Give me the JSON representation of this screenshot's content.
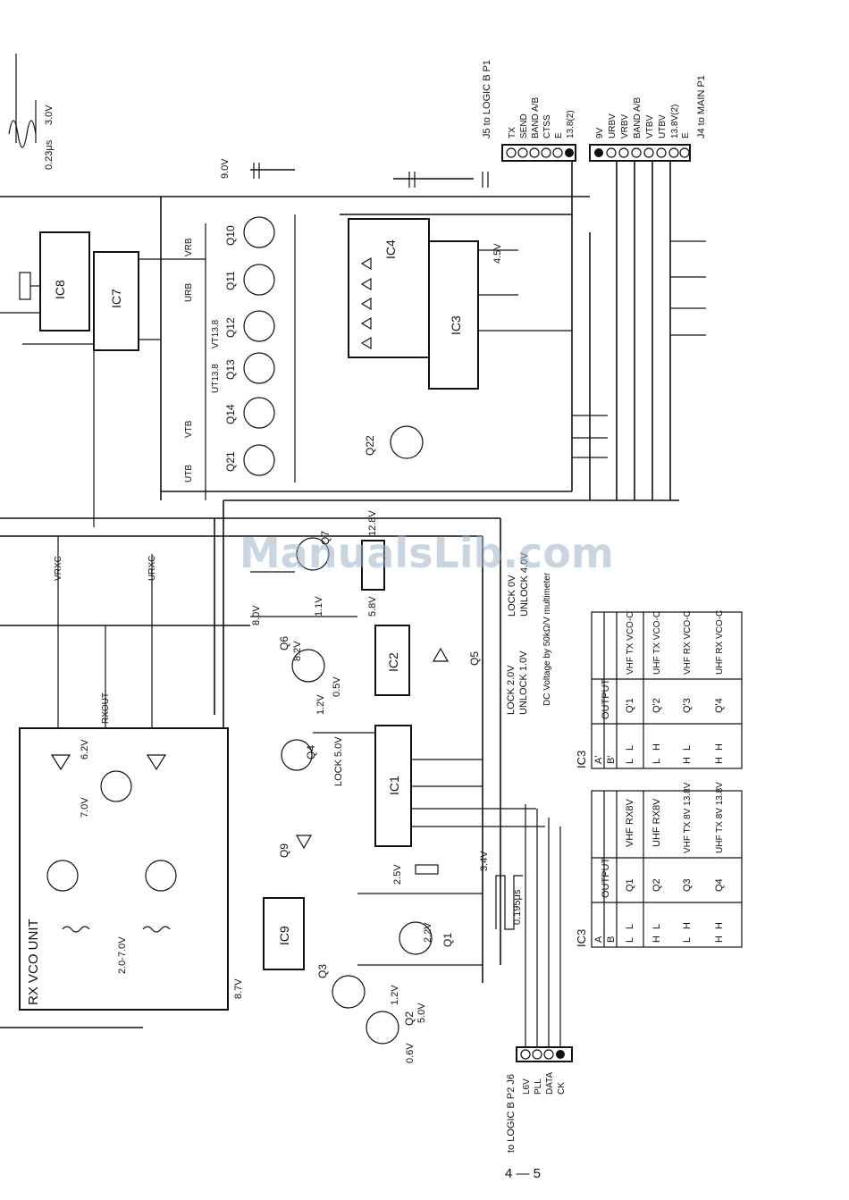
{
  "page_number": "4 — 5",
  "watermark": "ManualsLib.com",
  "note_dc_voltage": "DC Voltage by 50kΩ/V multimeter",
  "connectors": {
    "j5": {
      "title": "J5 to LOGIC B P1",
      "pins": [
        "TX",
        "SEND",
        "BAND A/B",
        "CTSS",
        "E",
        "13.8(2)"
      ]
    },
    "j4": {
      "title": "J4 to MAIN P1",
      "pins": [
        "9V",
        "URBV",
        "VRBV",
        "BAND A/B",
        "VTBV",
        "UTBV",
        "13.8V(2)",
        "E"
      ]
    },
    "j6": {
      "title": "to LOGIC B P2 J6",
      "pins": [
        "L6V",
        "PLL",
        "DATA",
        "CK"
      ]
    }
  },
  "ics": {
    "ic1": "IC1",
    "ic2": "IC2",
    "ic3": "IC3",
    "ic4": "IC4",
    "ic7": "IC7",
    "ic8": "IC8",
    "ic9": "IC9"
  },
  "unit_label": "RX VCO UNIT",
  "transistors": [
    "Q1",
    "Q2",
    "Q3",
    "Q4",
    "Q5",
    "Q6",
    "Q7",
    "Q9",
    "Q10",
    "Q11",
    "Q12",
    "Q13",
    "Q14",
    "Q21",
    "Q22"
  ],
  "waveforms": {
    "top": {
      "amp": "3.0V",
      "period": "0.23μs"
    },
    "bottom": {
      "amp": "3.4V",
      "period": "0.195μs"
    }
  },
  "voltages": {
    "v9": "9.0V",
    "v4_5": "4.5V",
    "v12_8": "12.8V",
    "v5_8": "5.8V",
    "v8_0": "8.0V",
    "v8_2": "8.2V",
    "v1_1": "1.1V",
    "v1_2": "1.2V",
    "v0_5": "0.5V",
    "v2_5": "2.5V",
    "v2_2": "2.2V",
    "v8_7": "8.7V",
    "v0_6": "0.6V",
    "v5_0": "5.0V",
    "v6_2": "6.2V",
    "v7_0": "7.0V",
    "rxvco_range": "2.0-7.0V",
    "lock_a": "LOCK 0V",
    "unlock_a": "UNLOCK 4.0V",
    "lock_b": "LOCK 2.0V",
    "unlock_b": "UNLOCK 1.0V",
    "lock_c": "LOCK 5.0V"
  },
  "nets": {
    "vrxc": "VRXC",
    "rxout": "RXOUT",
    "urxc": "URXC",
    "vrb": "VRB",
    "urb": "URB",
    "vtb": "VTB",
    "utb": "UTB",
    "vt13_8": "VT13.8",
    "ut13_8": "UT13.8"
  },
  "table_left": {
    "title": "IC3",
    "headers": [
      "A",
      "B",
      "OUTPUT"
    ],
    "rows": [
      [
        "L",
        "L",
        "Q1",
        "VHF RX8V"
      ],
      [
        "H",
        "L",
        "Q2",
        "UHF RX8V"
      ],
      [
        "L",
        "H",
        "Q3",
        "VHF TX 8V 13.8V"
      ],
      [
        "H",
        "H",
        "Q4",
        "UHF TX 8V 13.8V"
      ]
    ]
  },
  "table_right": {
    "title": "IC3",
    "headers": [
      "A'",
      "B'",
      "OUTPUT"
    ],
    "rows": [
      [
        "L",
        "L",
        "Q'1",
        "VHF TX VCO-C"
      ],
      [
        "L",
        "H",
        "Q'2",
        "UHF TX VCO-C"
      ],
      [
        "H",
        "L",
        "Q'3",
        "VHF RX VCO-C"
      ],
      [
        "H",
        "H",
        "Q'4",
        "UHF RX VCO-C"
      ]
    ]
  }
}
